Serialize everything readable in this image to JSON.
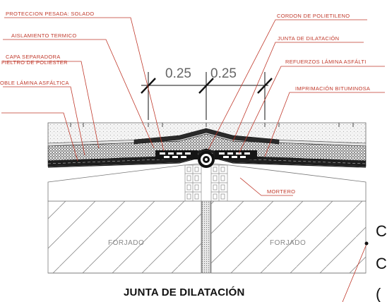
{
  "title": "JUNTA DE DILATACIÓN",
  "labels": {
    "proteccion": "PROTECCION PESADA: SOLADO",
    "aislamiento": "AISLAMIENTO TERMICO",
    "capa_1": "CAPA SEPARADORA",
    "capa_2": "FIELTRO DE POLIESTER",
    "doble": "OBLE LÁMINA ASFÁLTICA",
    "cordon": "CORDON DE POLIETILENO",
    "junta": "JUNTA DE DILATACIÓN",
    "refuerzos": "REFUERZOS LÁMINA ASFÁLTI",
    "imprimacion": "IMPRIMACIÓN BITUMINOSA",
    "mortero": "MORTERO"
  },
  "dimensions": [
    "0.25",
    "0.25"
  ],
  "forjado": [
    "FORJADO",
    "FORJADO"
  ],
  "side_glyphs": [
    "C",
    "C",
    "("
  ]
}
